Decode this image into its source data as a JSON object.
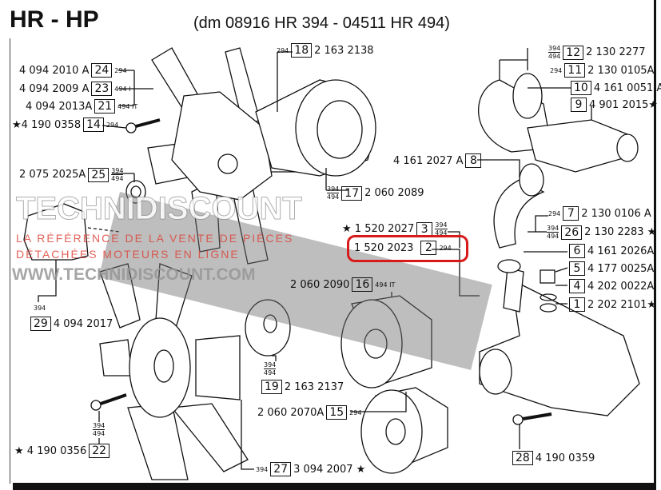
{
  "title": "HR - HP",
  "subtitle": "(dm 08916 HR 394 - 04511 HR 494)",
  "watermark": {
    "logo": "TECHNIDISCOUNT",
    "tagline1": "LA RÉFÉRENCE DE LA VENTE DE PIÈCES",
    "tagline2": "DÉTACHÉES MOTEURS EN LIGNE",
    "url": "WWW.TECHNIDISCOUNT.COM"
  },
  "parts": {
    "p18": {
      "ref": "18",
      "pn": "2 163 2138",
      "code": "294"
    },
    "p24": {
      "ref": "24",
      "pn": "4 094 2010 A",
      "code": "294"
    },
    "p23": {
      "ref": "23",
      "pn": "4 094 2009 A",
      "code": "494 I"
    },
    "p21": {
      "ref": "21",
      "pn": "4 094 2013A",
      "code": "494 IT"
    },
    "p14": {
      "ref": "14",
      "pn": "★4 190 0358",
      "code": "294"
    },
    "p25": {
      "ref": "25",
      "pn": "2 075 2025A",
      "code1": "394",
      "code2": "494"
    },
    "p17": {
      "ref": "17",
      "pn": "2 060 2089",
      "code1": "394",
      "code2": "494"
    },
    "p29": {
      "ref": "29",
      "pn": "4 094 2017",
      "code": "394"
    },
    "p19": {
      "ref": "19",
      "pn": "2 163 2137",
      "code1": "394",
      "code2": "494"
    },
    "p15": {
      "ref": "15",
      "pn": "2 060 2070A",
      "code": "294"
    },
    "p22": {
      "ref": "22",
      "pn": "★ 4 190 0356",
      "code1": "394",
      "code2": "494"
    },
    "p27": {
      "ref": "27",
      "pn": "3 094 2007 ★",
      "code": "394"
    },
    "p3": {
      "ref": "3",
      "pn": "★ 1 520 2027",
      "code1": "394",
      "code2": "494"
    },
    "p2": {
      "ref": "2",
      "pn": "1 520 2023",
      "code": "294"
    },
    "p16": {
      "ref": "16",
      "pn": "2 060 2090",
      "code": "494 IT"
    },
    "p12": {
      "ref": "12",
      "pn": "2 130 2277",
      "code1": "394",
      "code2": "494"
    },
    "p11": {
      "ref": "11",
      "pn": "2 130 0105A",
      "code": "294"
    },
    "p10": {
      "ref": "10",
      "pn": "4 161 0051 A"
    },
    "p9": {
      "ref": "9",
      "pn": "4 901 2015★"
    },
    "p8": {
      "ref": "8",
      "pn": "4 161 2027 A"
    },
    "p7": {
      "ref": "7",
      "pn": "2 130 0106 A",
      "code": "294"
    },
    "p26": {
      "ref": "26",
      "pn": "2 130 2283 ★",
      "code1": "394",
      "code2": "494"
    },
    "p6": {
      "ref": "6",
      "pn": "4 161 2026A"
    },
    "p5": {
      "ref": "5",
      "pn": "4 177 0025A"
    },
    "p4": {
      "ref": "4",
      "pn": "4 202 0022A"
    },
    "p1": {
      "ref": "1",
      "pn": "2 202 2101★"
    },
    "p28": {
      "ref": "28",
      "pn": "4 190 0359"
    }
  },
  "colors": {
    "highlight": "#d91a1a",
    "ink": "#111111"
  }
}
